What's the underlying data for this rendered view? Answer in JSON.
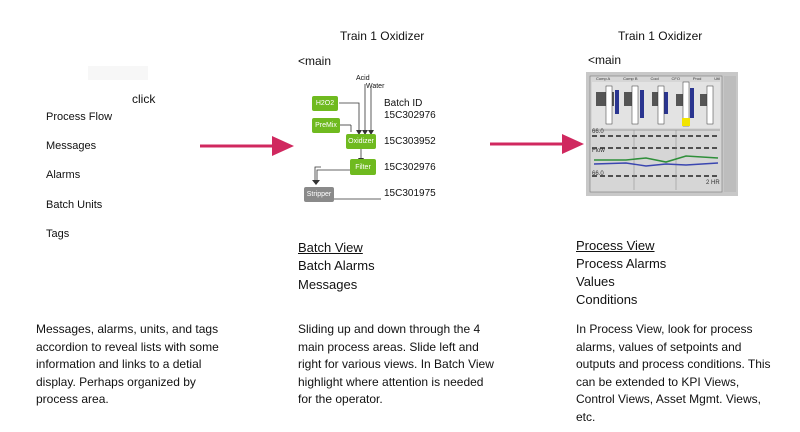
{
  "left_panel": {
    "click_label": "click",
    "menu": [
      {
        "label": "Process Flow"
      },
      {
        "label": "Messages"
      },
      {
        "label": "Alarms"
      },
      {
        "label": "Batch Units"
      },
      {
        "label": "Tags"
      }
    ],
    "description": "Messages, alarms, units, and tags accordion to reveal lists with some information and links to a detial display. Perhaps organized by process area."
  },
  "middle_panel": {
    "title": "Train 1 Oxidizer",
    "back_label": "<main",
    "diagram": {
      "acid_label": "Acid",
      "water_label": "Water",
      "h2o2_label": "H2O2",
      "premix_label": "PreMix",
      "oxidizer_label": "Oxidizer",
      "filter_label": "Filter",
      "stripper_label": "Stripper",
      "batch_id_header": "Batch ID",
      "batch_ids": [
        "15C302976",
        "15C303952",
        "15C302976",
        "15C301975"
      ]
    },
    "views": [
      {
        "label": "Batch View"
      },
      {
        "label": "Batch Alarms"
      },
      {
        "label": "Messages"
      }
    ],
    "description": "Sliding up and down through the 4 main process areas. Slide left and right for various views. In Batch View highlight where attention is needed for the operator."
  },
  "right_panel": {
    "title": "Train 1 Oxidizer",
    "back_label": "<main",
    "trend": {
      "col_labels": [
        "Comp A",
        "Comp B",
        "Cool",
        "CFO",
        "Prod",
        "Util"
      ],
      "top_value": "66.0",
      "mid_value": "Flow",
      "bottom_value": "66.0",
      "time_label": "2 HR"
    },
    "views": [
      {
        "label": "Process View"
      },
      {
        "label": "Process Alarms"
      },
      {
        "label": "Values"
      },
      {
        "label": "Conditions"
      }
    ],
    "description": "In Process View, look for process alarms, values of setpoints and outputs and process conditions. This can be extended to KPI Views, Control Views, Asset Mgmt. Views, etc."
  },
  "colors": {
    "arrow": "#d0285f",
    "green_box": "#6fba1f",
    "grey_box": "#8a8a8a"
  }
}
